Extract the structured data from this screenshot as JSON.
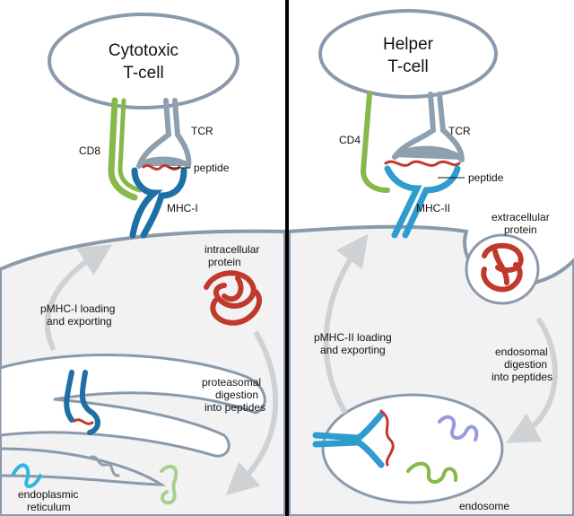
{
  "left_panel": {
    "cell_title_line1": "Cytotoxic",
    "cell_title_line2": "T-cell",
    "coreceptor": "CD8",
    "receptor": "TCR",
    "peptide": "peptide",
    "mhc": "MHC-I",
    "protein_line1": "intracellular",
    "protein_line2": "protein",
    "loading_line1": "pMHC-I loading",
    "loading_line2": "and exporting",
    "digestion_line1": "proteasomal",
    "digestion_line2": "digestion",
    "digestion_line3": "into peptides",
    "er_line1": "endoplasmic",
    "er_line2": "reticulum"
  },
  "right_panel": {
    "cell_title_line1": "Helper",
    "cell_title_line2": "T-cell",
    "coreceptor": "CD4",
    "receptor": "TCR",
    "peptide": "peptide",
    "mhc": "MHC-II",
    "protein_line1": "extracellular",
    "protein_line2": "protein",
    "loading_line1": "pMHC-II loading",
    "loading_line2": "and exporting",
    "digestion_line1": "endosomal",
    "digestion_line2": "digestion",
    "digestion_line3": "into peptides",
    "compartment": "endosome"
  },
  "colors": {
    "membrane": "#8a9aab",
    "cell_fill": "#f2f2f2",
    "tcr": "#8e9fb0",
    "cd8": "#86b84a",
    "cd4": "#86b84a",
    "mhc": "#1e6fa6",
    "mhc2": "#2f9ccf",
    "peptide": "#c0392b",
    "protein": "#c0392b",
    "arrow": "#cfd2d4",
    "divider": "#000000"
  }
}
